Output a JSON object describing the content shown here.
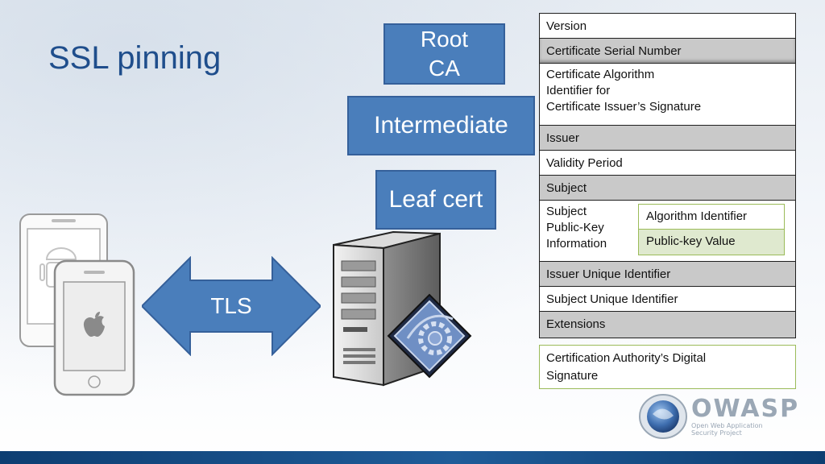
{
  "slide": {
    "title": "SSL pinning"
  },
  "chain": {
    "root": "Root\nCA",
    "intermediate": "Intermediate",
    "leaf": "Leaf cert"
  },
  "connection": {
    "label": "TLS"
  },
  "certificate": {
    "fields": [
      "Version",
      "Certificate Serial Number",
      "Certificate Algorithm\nIdentifier for\nCertificate Issuer’s Signature",
      "Issuer",
      "Validity Period",
      "Subject",
      "Subject\nPublic-Key\nInformation",
      "Issuer Unique Identifier",
      "Subject Unique Identifier",
      "Extensions"
    ],
    "public_key_info": [
      "Algorithm Identifier",
      "Public-key Value"
    ],
    "signature": "Certification Authority’s Digital\nSignature"
  },
  "logo": {
    "name": "OWASP",
    "tagline": "Open Web Application\nSecurity Project"
  },
  "colors": {
    "box_blue": "#4a7ebb",
    "title_blue": "#1f4e8c",
    "row_gray": "#c9c9c9",
    "green_border": "#9bbb59"
  },
  "icons": [
    "android-phone-icon",
    "iphone-icon",
    "double-arrow-icon",
    "server-icon",
    "certificate-gear-icon",
    "owasp-globe-icon"
  ]
}
